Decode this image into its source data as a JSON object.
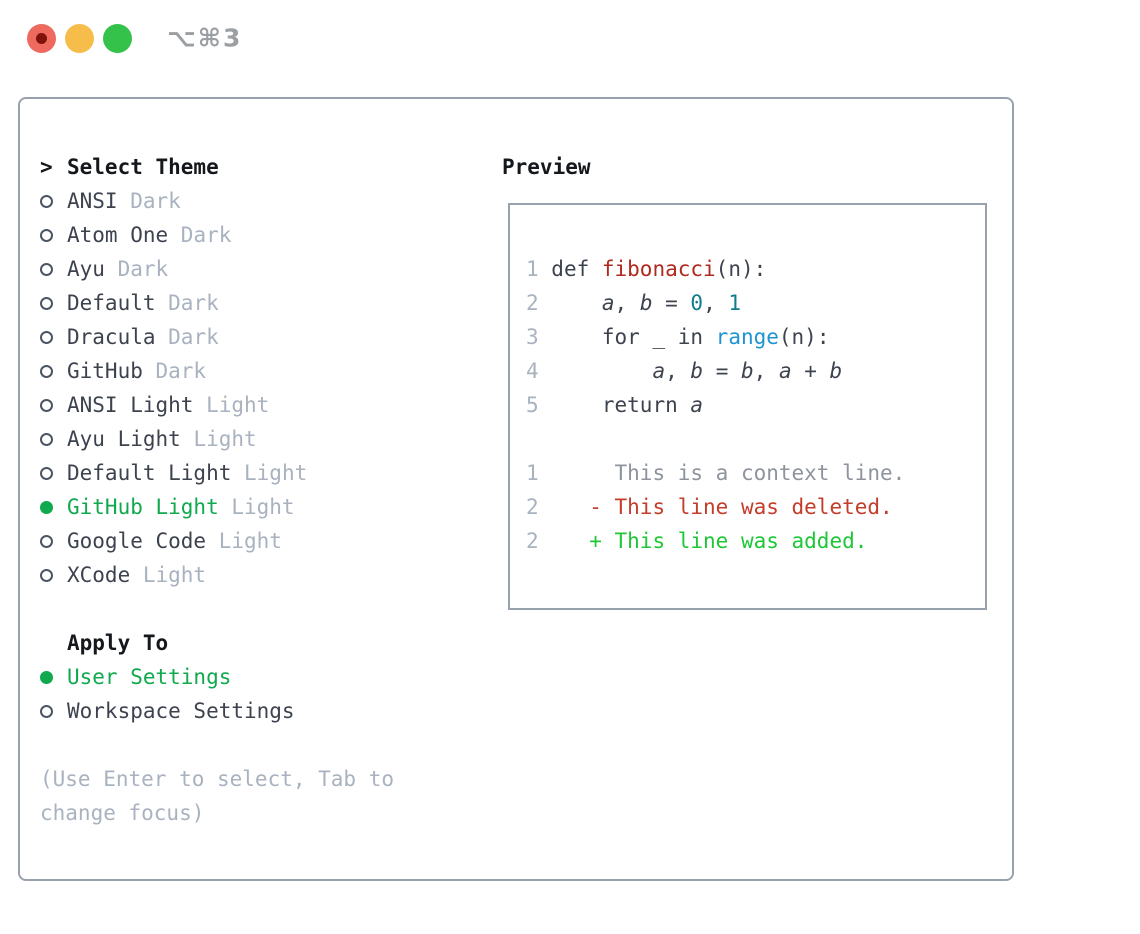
{
  "titlebar": {
    "title": "⌥⌘3"
  },
  "colors": {
    "accent_green": "#10a94e",
    "added_green": "#1ec737",
    "deleted_red": "#c43d2b",
    "function_red": "#b0291d",
    "number_teal": "#107d8c",
    "builtin_blue": "#1e95d0",
    "muted_gray": "#a9b2bf",
    "text_dark": "#3d434e",
    "border_gray": "#98a2ae",
    "traffic_red": "#ee6a5e",
    "traffic_yellow": "#f6bd4a",
    "traffic_green": "#35c24b"
  },
  "theme_picker": {
    "header_marker": ">",
    "header": "Select Theme",
    "themes": [
      {
        "name": "ANSI",
        "variant": "Dark",
        "selected": false
      },
      {
        "name": "Atom One",
        "variant": "Dark",
        "selected": false
      },
      {
        "name": "Ayu",
        "variant": "Dark",
        "selected": false
      },
      {
        "name": "Default",
        "variant": "Dark",
        "selected": false
      },
      {
        "name": "Dracula",
        "variant": "Dark",
        "selected": false
      },
      {
        "name": "GitHub",
        "variant": "Dark",
        "selected": false
      },
      {
        "name": "ANSI Light",
        "variant": "Light",
        "selected": false
      },
      {
        "name": "Ayu Light",
        "variant": "Light",
        "selected": false
      },
      {
        "name": "Default Light",
        "variant": "Light",
        "selected": false
      },
      {
        "name": "GitHub Light",
        "variant": "Light",
        "selected": true
      },
      {
        "name": "Google Code",
        "variant": "Light",
        "selected": false
      },
      {
        "name": "XCode",
        "variant": "Light",
        "selected": false
      }
    ]
  },
  "apply_to": {
    "header": "Apply To",
    "options": [
      {
        "name": "User Settings",
        "selected": true
      },
      {
        "name": "Workspace Settings",
        "selected": false
      }
    ]
  },
  "hint_lines": [
    "(Use Enter to select, Tab to",
    "change focus)"
  ],
  "preview": {
    "title": "Preview",
    "code_lines": [
      {
        "num": "1",
        "segments": [
          {
            "t": "def ",
            "c": "plain"
          },
          {
            "t": "fibonacci",
            "c": "func"
          },
          {
            "t": "(n):",
            "c": "plain"
          }
        ]
      },
      {
        "num": "2",
        "segments": [
          {
            "t": "    ",
            "c": "plain"
          },
          {
            "t": "a",
            "c": "var"
          },
          {
            "t": ", ",
            "c": "plain"
          },
          {
            "t": "b",
            "c": "var"
          },
          {
            "t": " = ",
            "c": "plain"
          },
          {
            "t": "0",
            "c": "num"
          },
          {
            "t": ", ",
            "c": "plain"
          },
          {
            "t": "1",
            "c": "num"
          }
        ]
      },
      {
        "num": "3",
        "segments": [
          {
            "t": "    for _ in ",
            "c": "plain"
          },
          {
            "t": "range",
            "c": "builtin"
          },
          {
            "t": "(n):",
            "c": "plain"
          }
        ]
      },
      {
        "num": "4",
        "segments": [
          {
            "t": "        ",
            "c": "plain"
          },
          {
            "t": "a",
            "c": "var"
          },
          {
            "t": ", ",
            "c": "plain"
          },
          {
            "t": "b",
            "c": "var"
          },
          {
            "t": " = ",
            "c": "plain"
          },
          {
            "t": "b",
            "c": "var"
          },
          {
            "t": ", ",
            "c": "plain"
          },
          {
            "t": "a",
            "c": "var"
          },
          {
            "t": " + ",
            "c": "plain"
          },
          {
            "t": "b",
            "c": "var"
          }
        ]
      },
      {
        "num": "5",
        "segments": [
          {
            "t": "    return ",
            "c": "plain"
          },
          {
            "t": "a",
            "c": "var"
          }
        ]
      },
      {
        "num": "",
        "segments": []
      },
      {
        "num": "1",
        "segments": [
          {
            "t": "     ",
            "c": "plain"
          },
          {
            "t": "This is a context line.",
            "c": "context"
          }
        ]
      },
      {
        "num": "2",
        "segments": [
          {
            "t": "   ",
            "c": "plain"
          },
          {
            "t": "- This line was deleted.",
            "c": "deleted"
          }
        ]
      },
      {
        "num": "2",
        "segments": [
          {
            "t": "   ",
            "c": "plain"
          },
          {
            "t": "+ This line was added.",
            "c": "added"
          }
        ]
      }
    ]
  }
}
